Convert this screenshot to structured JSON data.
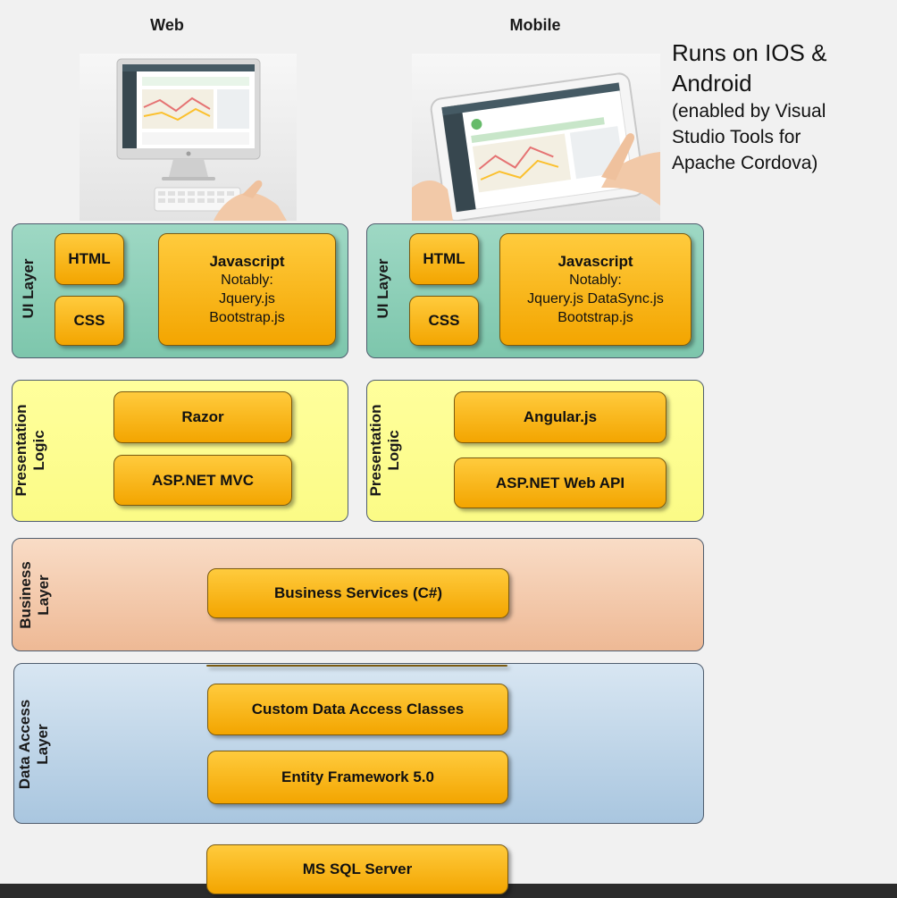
{
  "columns": {
    "web": "Web",
    "mobile": "Mobile"
  },
  "side_note": {
    "line1": "Runs on IOS &",
    "line2": "Android",
    "line3": "(enabled by Visual",
    "line4": "Studio Tools for",
    "line5": "Apache Cordova)"
  },
  "ui_layer": {
    "label": "UI Layer",
    "web": {
      "html": "HTML",
      "css": "CSS",
      "js_title": "Javascript",
      "js_lines": [
        "Notably:",
        "Jquery.js",
        "Bootstrap.js"
      ]
    },
    "mobile": {
      "html": "HTML",
      "css": "CSS",
      "js_title": "Javascript",
      "js_lines": [
        "Notably:",
        "Jquery.js DataSync.js",
        "Bootstrap.js"
      ]
    }
  },
  "presentation": {
    "label_1": "Presentation",
    "label_2": "Logic",
    "web": {
      "top": "Razor",
      "bottom": "ASP.NET MVC"
    },
    "mobile": {
      "top": "Angular.js",
      "bottom": "ASP.NET Web API"
    }
  },
  "business": {
    "label_1": "Business",
    "label_2": "Layer",
    "box": "Business Services (C#)"
  },
  "data_access": {
    "label_1": "Data Access",
    "label_2": "Layer",
    "top": "Custom Data Access Classes",
    "bottom": "Entity Framework 5.0"
  },
  "database": "MS SQL Server",
  "colors": {
    "ui_layer": "#8ecfb8",
    "presentation": "#ffff9a",
    "business": "#f3c9a8",
    "data_access": "#bcd3e8",
    "component_box": "#f8b71a"
  }
}
